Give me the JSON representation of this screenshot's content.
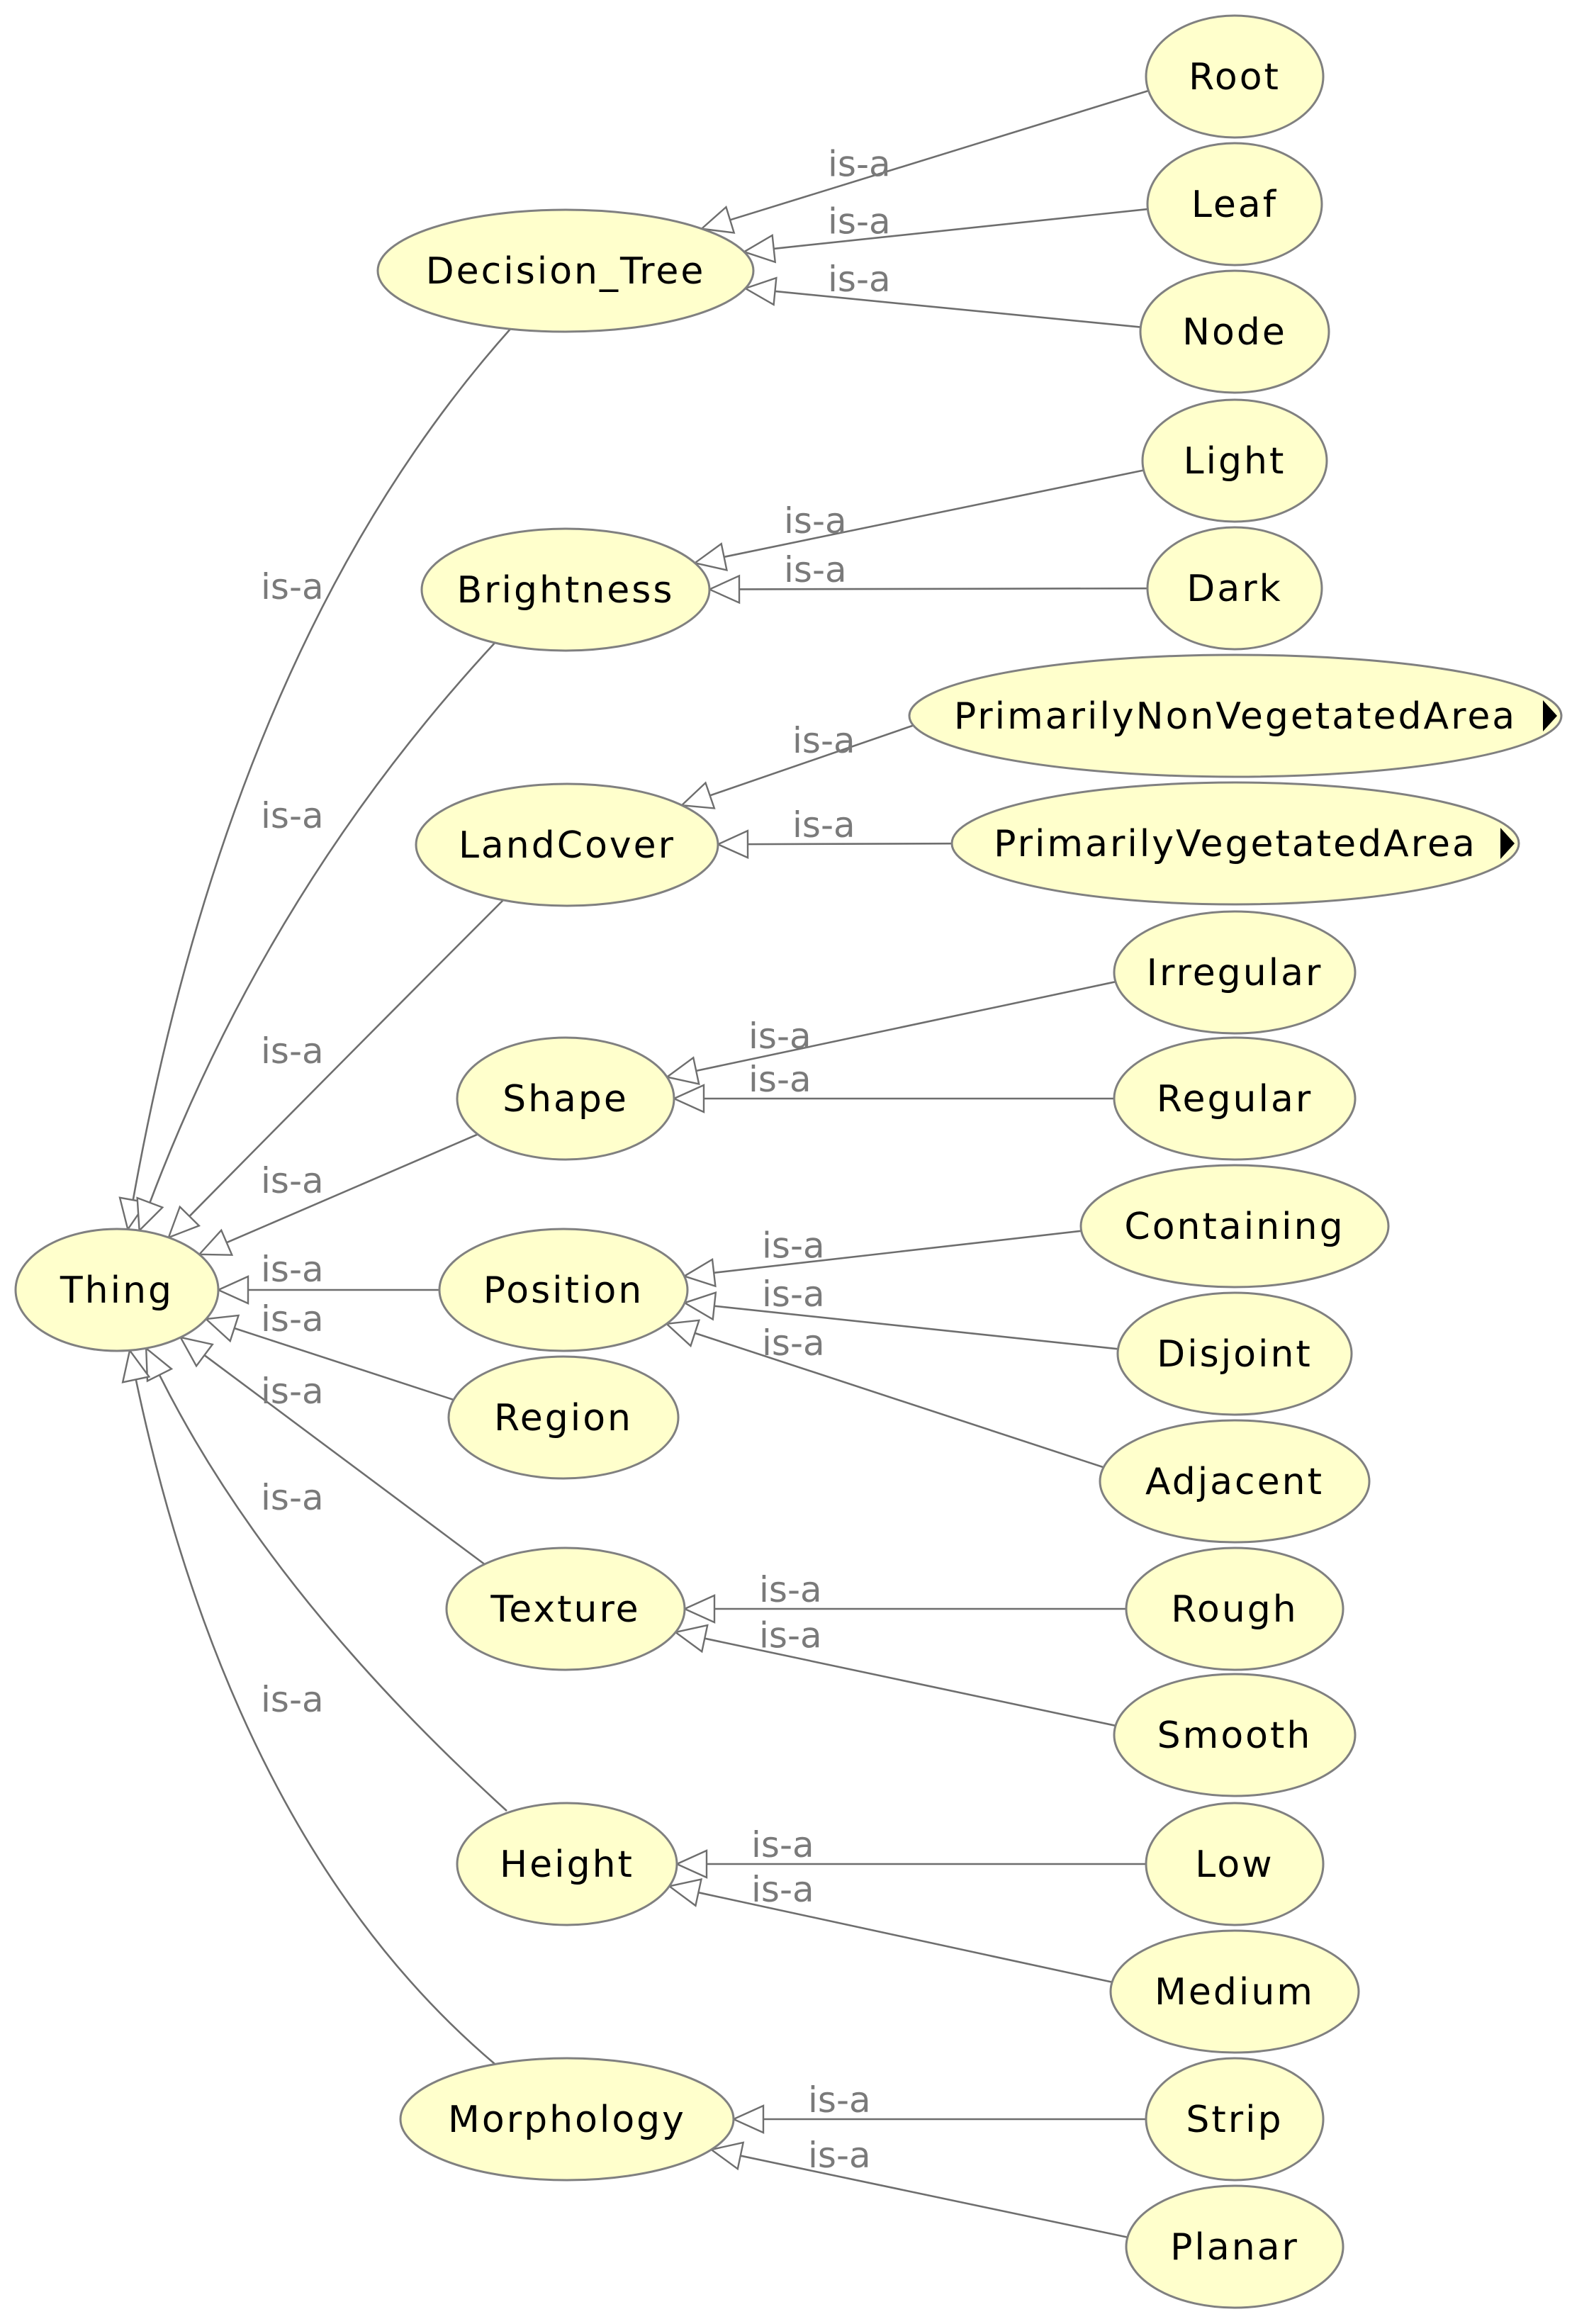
{
  "colors": {
    "node_fill": "#ffffcc",
    "node_stroke": "#808080",
    "node_text": "#000000",
    "edge_stroke": "#6e6e6e",
    "edge_label": "#7a7a7a"
  },
  "nodes": [
    {
      "id": "thing",
      "label": "Thing"
    },
    {
      "id": "decision_tree",
      "label": "Decision_Tree"
    },
    {
      "id": "brightness",
      "label": "Brightness"
    },
    {
      "id": "landcover",
      "label": "LandCover"
    },
    {
      "id": "shape",
      "label": "Shape"
    },
    {
      "id": "position",
      "label": "Position"
    },
    {
      "id": "region",
      "label": "Region"
    },
    {
      "id": "texture",
      "label": "Texture"
    },
    {
      "id": "height",
      "label": "Height"
    },
    {
      "id": "morphology",
      "label": "Morphology"
    },
    {
      "id": "root",
      "label": "Root"
    },
    {
      "id": "leaf",
      "label": "Leaf"
    },
    {
      "id": "node",
      "label": "Node"
    },
    {
      "id": "light",
      "label": "Light"
    },
    {
      "id": "dark",
      "label": "Dark"
    },
    {
      "id": "primarily_non_vegetated_area",
      "label": "PrimarilyNonVegetatedArea",
      "expandable": true
    },
    {
      "id": "primarily_vegetated_area",
      "label": "PrimarilyVegetatedArea",
      "expandable": true
    },
    {
      "id": "irregular",
      "label": "Irregular"
    },
    {
      "id": "regular",
      "label": "Regular"
    },
    {
      "id": "containing",
      "label": "Containing"
    },
    {
      "id": "disjoint",
      "label": "Disjoint"
    },
    {
      "id": "adjacent",
      "label": "Adjacent"
    },
    {
      "id": "rough",
      "label": "Rough"
    },
    {
      "id": "smooth",
      "label": "Smooth"
    },
    {
      "id": "low",
      "label": "Low"
    },
    {
      "id": "medium",
      "label": "Medium"
    },
    {
      "id": "strip",
      "label": "Strip"
    },
    {
      "id": "planar",
      "label": "Planar"
    }
  ],
  "edges": [
    {
      "from": "decision_tree",
      "to": "thing",
      "label": "is-a"
    },
    {
      "from": "brightness",
      "to": "thing",
      "label": "is-a"
    },
    {
      "from": "landcover",
      "to": "thing",
      "label": "is-a"
    },
    {
      "from": "shape",
      "to": "thing",
      "label": "is-a"
    },
    {
      "from": "position",
      "to": "thing",
      "label": "is-a"
    },
    {
      "from": "region",
      "to": "thing",
      "label": "is-a"
    },
    {
      "from": "texture",
      "to": "thing",
      "label": "is-a"
    },
    {
      "from": "height",
      "to": "thing",
      "label": "is-a"
    },
    {
      "from": "morphology",
      "to": "thing",
      "label": "is-a"
    },
    {
      "from": "root",
      "to": "decision_tree",
      "label": "is-a"
    },
    {
      "from": "leaf",
      "to": "decision_tree",
      "label": "is-a"
    },
    {
      "from": "node",
      "to": "decision_tree",
      "label": "is-a"
    },
    {
      "from": "light",
      "to": "brightness",
      "label": "is-a"
    },
    {
      "from": "dark",
      "to": "brightness",
      "label": "is-a"
    },
    {
      "from": "primarily_non_vegetated_area",
      "to": "landcover",
      "label": "is-a"
    },
    {
      "from": "primarily_vegetated_area",
      "to": "landcover",
      "label": "is-a"
    },
    {
      "from": "irregular",
      "to": "shape",
      "label": "is-a"
    },
    {
      "from": "regular",
      "to": "shape",
      "label": "is-a"
    },
    {
      "from": "containing",
      "to": "position",
      "label": "is-a"
    },
    {
      "from": "disjoint",
      "to": "position",
      "label": "is-a"
    },
    {
      "from": "adjacent",
      "to": "position",
      "label": "is-a"
    },
    {
      "from": "rough",
      "to": "texture",
      "label": "is-a"
    },
    {
      "from": "smooth",
      "to": "texture",
      "label": "is-a"
    },
    {
      "from": "low",
      "to": "height",
      "label": "is-a"
    },
    {
      "from": "medium",
      "to": "height",
      "label": "is-a"
    },
    {
      "from": "strip",
      "to": "morphology",
      "label": "is-a"
    },
    {
      "from": "planar",
      "to": "morphology",
      "label": "is-a"
    }
  ]
}
